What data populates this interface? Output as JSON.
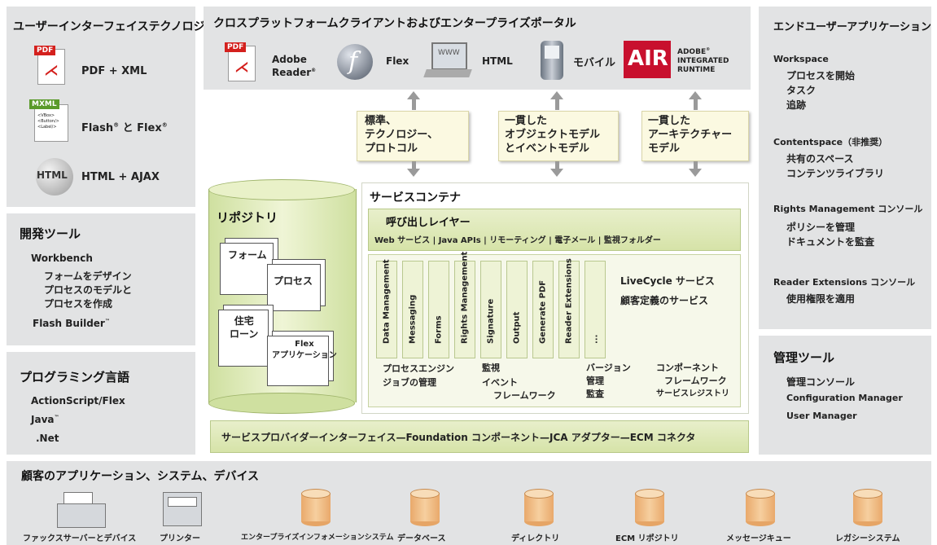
{
  "left": {
    "ui_tech": {
      "title": "ユーザーインターフェイステクノロジー",
      "items": [
        {
          "label": "PDF + XML",
          "icon": "pdf-icon",
          "badge": "PDF"
        },
        {
          "label_main": "Flash",
          "label_and": " と Flex",
          "icon": "mxml-icon",
          "badge": "MXML",
          "code": [
            "<VBox>",
            "<Button/>",
            "<Label/>"
          ]
        },
        {
          "label": "HTML + AJAX",
          "icon": "html-icon",
          "badge": "HTML"
        }
      ]
    },
    "dev_tools": {
      "title": "開発ツール",
      "workbench": "Workbench",
      "items": [
        "フォームをデザイン",
        "プロセスのモデルと",
        "プロセスを作成"
      ],
      "flash_builder": "Flash Builder"
    },
    "languages": {
      "title": "プログラミング言語",
      "items": [
        "ActionScript/Flex",
        "Java",
        ".Net"
      ]
    }
  },
  "top": {
    "title": "クロスプラットフォームクライアントおよびエンタープライズポータル",
    "clients": [
      {
        "label1": "Adobe",
        "label2": "Reader",
        "icon": "pdf-icon",
        "badge": "PDF"
      },
      {
        "label1": "Flex",
        "icon": "flash-icon"
      },
      {
        "label1": "HTML",
        "icon": "laptop-icon",
        "screen": "WWW"
      },
      {
        "label1": "モバイル",
        "icon": "mobile-icon"
      },
      {
        "icon": "air-icon",
        "badge": "AIR",
        "air_lines": [
          "ADOBE",
          "INTEGRATED",
          "RUNTIME"
        ]
      }
    ]
  },
  "standards": [
    {
      "lines": [
        "標準、",
        "テクノロジー、",
        "プロトコル"
      ]
    },
    {
      "lines": [
        "一貫した",
        "オブジェクトモデル",
        "とイベントモデル"
      ]
    },
    {
      "lines": [
        "一貫した",
        "アーキテクチャー",
        "モデル"
      ]
    }
  ],
  "repository": {
    "title": "リポジトリ",
    "docs": [
      "フォーム",
      "プロセス",
      "住宅",
      "ローン",
      "Flex",
      "アプリケーション"
    ]
  },
  "container": {
    "title": "サービスコンテナ",
    "invocation": {
      "title": "呼び出しレイヤー",
      "items": "Web サービス | Java APIs | リモーティング | 電子メール | 監視フォルダー"
    },
    "services": [
      "Data Management",
      "Messaging",
      "Forms",
      "Rights Management",
      "Signature",
      "Output",
      "Generate PDF",
      "Reader Extensions",
      "..."
    ],
    "livecycle": "LiveCycle サービス",
    "custom": "顧客定義のサービス",
    "foundation": {
      "c1": [
        "プロセスエンジン",
        "ジョブの管理"
      ],
      "c2": [
        "監視",
        "イベント",
        "フレームワーク"
      ],
      "c3": [
        "バージョン",
        "管理",
        "監査"
      ],
      "c4": [
        "コンポーネント",
        "フレームワーク",
        "サービスレジストリ"
      ]
    }
  },
  "spi": "サービスプロバイダーインターフェイス—Foundation コンポーネント—JCA アダプター—ECM コネクタ",
  "right": {
    "apps": {
      "title": "エンドユーザーアプリケーション",
      "workspace": {
        "title": "Workspace",
        "items": [
          "プロセスを開始",
          "タスク",
          "追跡"
        ]
      },
      "contentspace": {
        "title": "Contentspace（非推奨）",
        "items": [
          "共有のスペース",
          "コンテンツライブラリ"
        ]
      },
      "rights": {
        "title": "Rights Management コンソール",
        "items": [
          "ポリシーを管理",
          "ドキュメントを監査"
        ]
      },
      "reader": {
        "title": "Reader Extensions コンソール",
        "items": [
          "使用権限を適用"
        ]
      }
    },
    "admin": {
      "title": "管理ツール",
      "items": [
        "管理コンソール",
        "Configuration Manager",
        "User Manager"
      ]
    }
  },
  "bottom": {
    "title": "顧客のアプリケーション、システム、デバイス",
    "items": [
      "ファックスサーバーとデバイス",
      "プリンター",
      "エンタープライズインフォメーションシステム",
      "データベース",
      "ディレクトリ",
      "ECM リポジトリ",
      "メッセージキュー",
      "レガシーシステム"
    ]
  }
}
